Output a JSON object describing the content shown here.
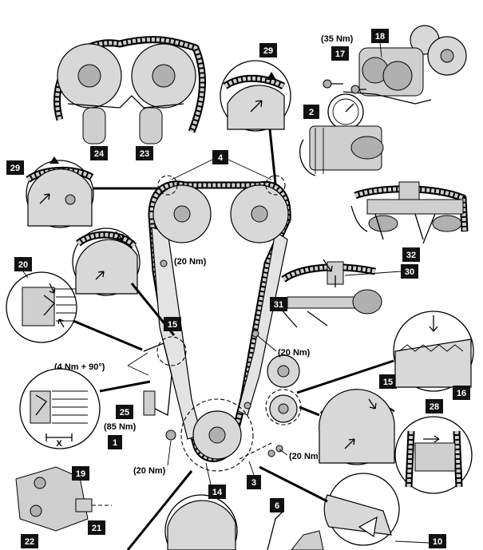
{
  "labels": {
    "l1": "1",
    "l2": "2",
    "l3": "3",
    "l4": "4",
    "l6": "6",
    "l10": "10",
    "l14": "14",
    "l15a": "15",
    "l15b": "15",
    "l16": "16",
    "l17": "17",
    "l18": "18",
    "l19": "19",
    "l20": "20",
    "l21": "21",
    "l22": "22",
    "l23": "23",
    "l24": "24",
    "l25": "25",
    "l28": "28",
    "l29a": "29",
    "l29b": "29",
    "l30": "30",
    "l31": "31",
    "l32": "32"
  },
  "torque": {
    "t35": "(35 Nm)",
    "t20_guide_upper": "(20 Nm)",
    "t20_guide_right": "(20 Nm)",
    "t4nm": "(4 Nm + 90°)",
    "t85": "(85 Nm)",
    "t20_lower_left": "(20 Nm)",
    "t20_lower_right": "(20 Nm)"
  },
  "dimension": {
    "x": "X"
  },
  "colors": {
    "ink": "#000000",
    "paper": "#ffffff",
    "gear": "#d8d8d8",
    "shade": "#b0b0b0"
  }
}
